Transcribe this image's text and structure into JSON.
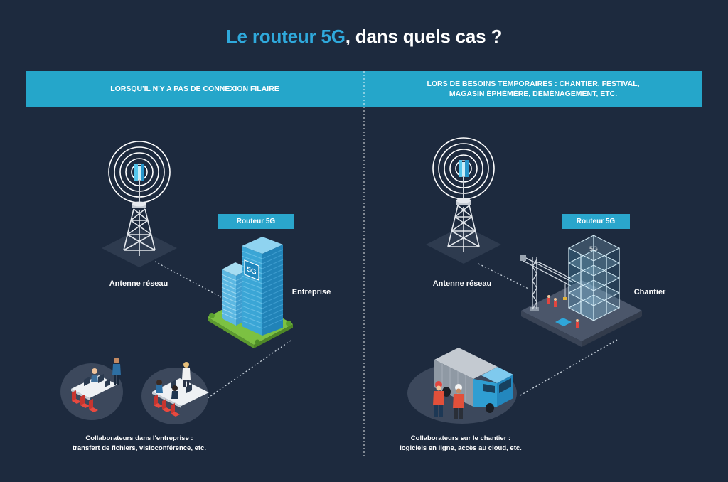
{
  "title": {
    "highlight": "Le routeur 5G",
    "rest": ", dans quels cas ?"
  },
  "colors": {
    "background": "#1d2a3e",
    "banner": "#25a6ca",
    "title_accent": "#2fa9dc",
    "router_badge": "#2aa6cc",
    "lawn": "#7cc142",
    "text": "#ffffff"
  },
  "left": {
    "banner": "LORSQU'IL N'Y A PAS DE CONNEXION FILAIRE",
    "antenna_label": "Antenne réseau",
    "router_label": "Routeur 5G",
    "site_label": "Entreprise",
    "building_sign": "5G",
    "caption_line1": "Collaborateurs dans l'entreprise :",
    "caption_line2": "transfert de fichiers, visioconférence, etc."
  },
  "right": {
    "banner_line1": "LORS DE BESOINS TEMPORAIRES : CHANTIER, FESTIVAL,",
    "banner_line2": "MAGASIN ÉPHÉMÈRE, DÉMÉNAGEMENT, ETC.",
    "antenna_label": "Antenne réseau",
    "router_label": "Routeur 5G",
    "site_label": "Chantier",
    "building_sign": "5G",
    "caption_line1": "Collaborateurs sur le chantier :",
    "caption_line2": "logiciels en ligne, accès au cloud, etc."
  },
  "icons": {
    "antenna": "antenna-icon",
    "office": "office-building-icon",
    "meeting": "office-workers-icon",
    "construction": "construction-site-icon",
    "truck": "truck-icon",
    "workers": "construction-workers-icon"
  }
}
